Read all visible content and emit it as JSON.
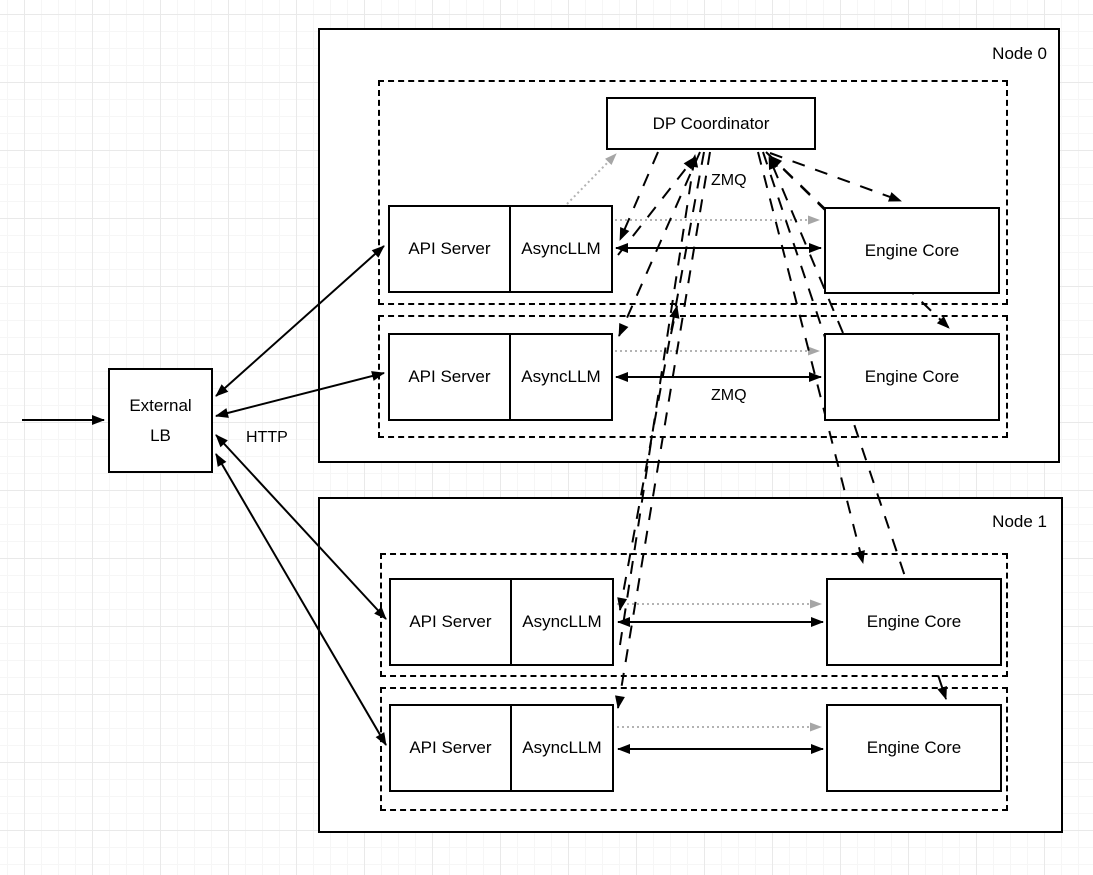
{
  "diagram": {
    "external_lb_label": "External LB",
    "http_label": "HTTP",
    "zmq_label_top": "ZMQ",
    "zmq_label_mid": "ZMQ",
    "dp_coordinator_label": "DP Coordinator",
    "node0_title": "Node 0",
    "node1_title": "Node 1",
    "rows": [
      {
        "api": "API Server",
        "llm": "AsyncLLM",
        "engine": "Engine Core"
      },
      {
        "api": "API Server",
        "llm": "AsyncLLM",
        "engine": "Engine Core"
      },
      {
        "api": "API Server",
        "llm": "AsyncLLM",
        "engine": "Engine Core"
      },
      {
        "api": "API Server",
        "llm": "AsyncLLM",
        "engine": "Engine Core"
      }
    ],
    "colors": {
      "primary_edge": "#000000",
      "secondary_edge": "#b3b3b3",
      "box_fill": "#ffffff"
    }
  }
}
